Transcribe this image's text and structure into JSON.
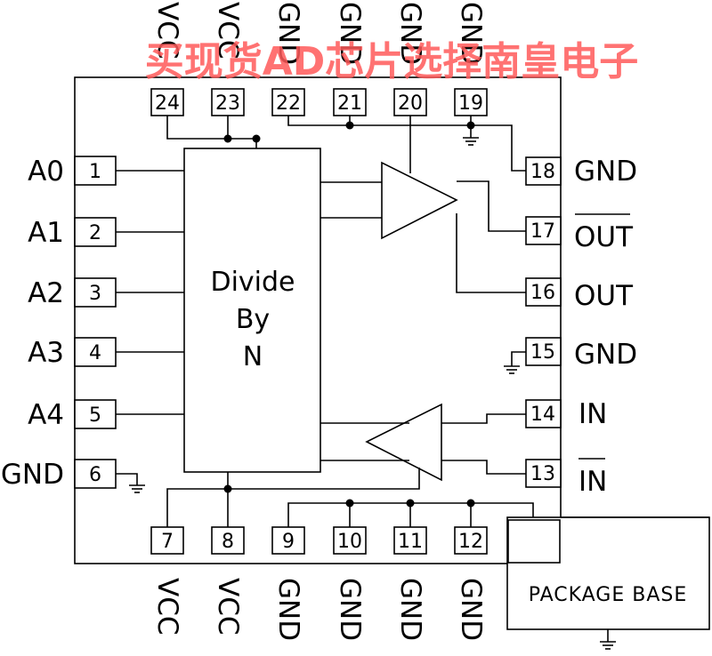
{
  "watermark": "买现货AD芯片选择南皇电子",
  "block": {
    "line1": "Divide",
    "line2": "By",
    "line3": "N"
  },
  "package_base": "PACKAGE BASE",
  "pins": {
    "p1": {
      "num": "1",
      "label": "A0"
    },
    "p2": {
      "num": "2",
      "label": "A1"
    },
    "p3": {
      "num": "3",
      "label": "A2"
    },
    "p4": {
      "num": "4",
      "label": "A3"
    },
    "p5": {
      "num": "5",
      "label": "A4"
    },
    "p6": {
      "num": "6",
      "label": "GND"
    },
    "p7": {
      "num": "7",
      "label": "VCC"
    },
    "p8": {
      "num": "8",
      "label": "VCC"
    },
    "p9": {
      "num": "9",
      "label": "GND"
    },
    "p10": {
      "num": "10",
      "label": "GND"
    },
    "p11": {
      "num": "11",
      "label": "GND"
    },
    "p12": {
      "num": "12",
      "label": "GND"
    },
    "p13": {
      "num": "13",
      "label": "IN"
    },
    "p14": {
      "num": "14",
      "label": "IN"
    },
    "p15": {
      "num": "15",
      "label": "GND"
    },
    "p16": {
      "num": "16",
      "label": "OUT"
    },
    "p17": {
      "num": "17",
      "label": "OUT"
    },
    "p18": {
      "num": "18",
      "label": "GND"
    },
    "p19": {
      "num": "19",
      "label": "GND"
    },
    "p20": {
      "num": "20",
      "label": "GND"
    },
    "p21": {
      "num": "21",
      "label": "GND"
    },
    "p22": {
      "num": "22",
      "label": "GND"
    },
    "p23": {
      "num": "23",
      "label": "VCC"
    },
    "p24": {
      "num": "24",
      "label": "VCC"
    }
  }
}
